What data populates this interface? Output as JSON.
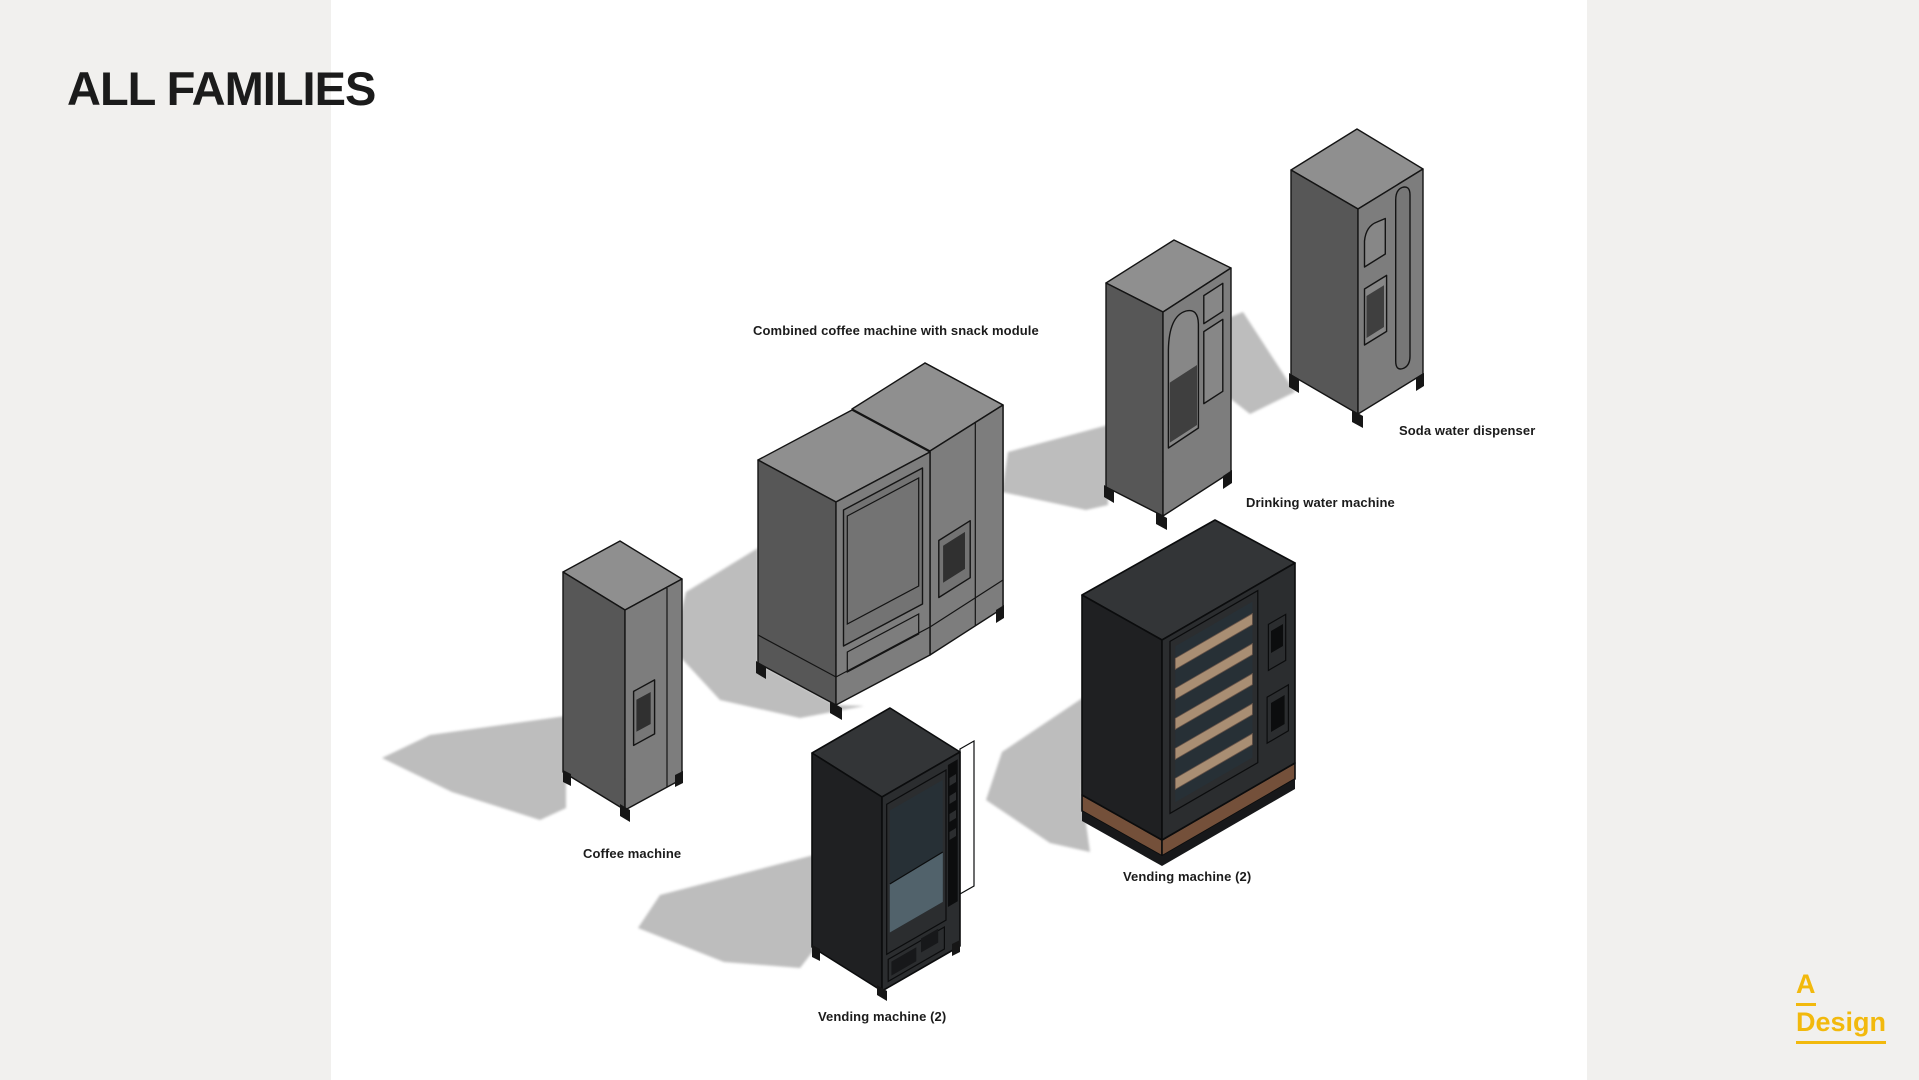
{
  "page": {
    "title": "ALL FAMILIES"
  },
  "logo": {
    "line1": "A",
    "line2": "Design"
  },
  "machines": [
    {
      "id": "combined-coffee-machine",
      "label": "Combined coffee machine with snack module"
    },
    {
      "id": "soda-water-dispenser",
      "label": "Soda water dispenser"
    },
    {
      "id": "drinking-water-machine",
      "label": "Drinking water machine"
    },
    {
      "id": "coffee-machine",
      "label": "Coffee machine"
    },
    {
      "id": "vending-machine-large",
      "label": "Vending machine (2)"
    },
    {
      "id": "vending-machine-small",
      "label": "Vending machine (2)"
    }
  ],
  "colors": {
    "page-bg": "#ffffff",
    "side-band": "#f1f0ee",
    "ink": "#1b1b1b",
    "accent": "#f2b90d",
    "shadow": "#bdbdbd",
    "gray-top": "#8f8f8f",
    "gray-left": "#575757",
    "gray-right": "#7d7d7d",
    "gray-panel": "#878787",
    "gray-recess": "#3f3f3f",
    "black-top": "#333537",
    "black-left": "#1f2022",
    "black-right": "#2b2d2f",
    "glass-dark": "#273036",
    "glass-light": "#51626b",
    "shelf-tan": "#a98e73",
    "base-brown": "#74503a",
    "outline": "#141414"
  }
}
